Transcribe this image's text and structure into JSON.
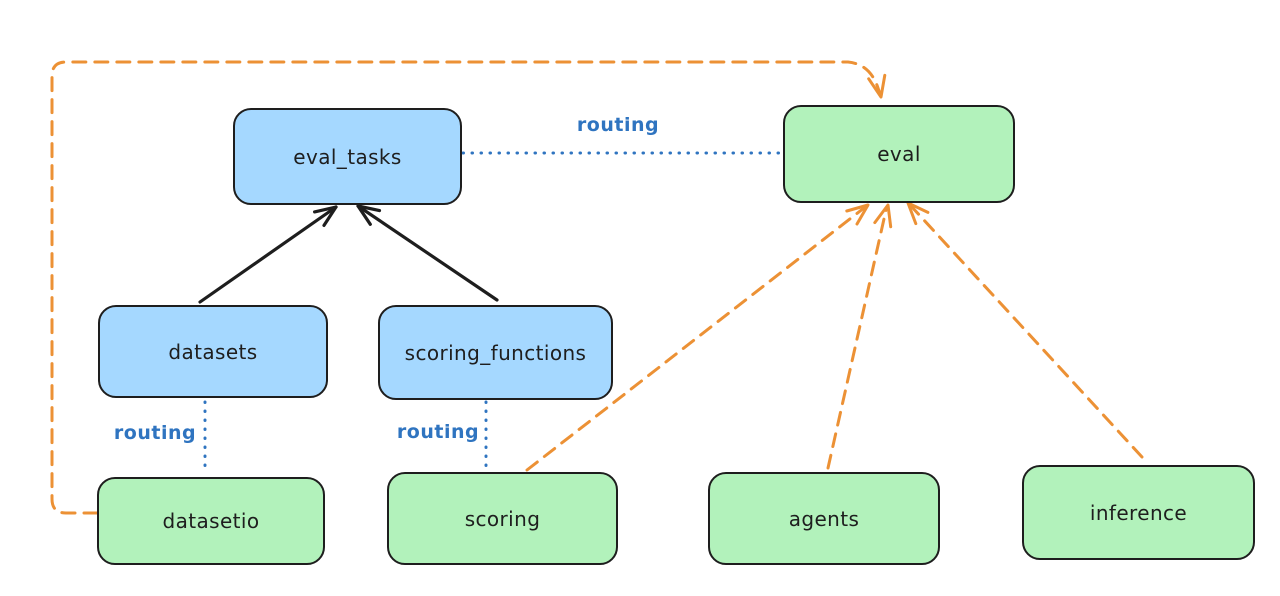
{
  "diagram": {
    "nodes": {
      "eval_tasks": {
        "label": "eval_tasks",
        "color": "blue"
      },
      "eval": {
        "label": "eval",
        "color": "green"
      },
      "datasets": {
        "label": "datasets",
        "color": "blue"
      },
      "scoring_functions": {
        "label": "scoring_functions",
        "color": "blue"
      },
      "datasetio": {
        "label": "datasetio",
        "color": "green"
      },
      "scoring": {
        "label": "scoring",
        "color": "green"
      },
      "agents": {
        "label": "agents",
        "color": "green"
      },
      "inference": {
        "label": "inference",
        "color": "green"
      }
    },
    "edges": [
      {
        "from": "datasets",
        "to": "eval_tasks",
        "style": "solid-arrow",
        "label": ""
      },
      {
        "from": "scoring_functions",
        "to": "eval_tasks",
        "style": "solid-arrow",
        "label": ""
      },
      {
        "from": "eval_tasks",
        "to": "eval",
        "style": "dotted",
        "label": "routing"
      },
      {
        "from": "datasets",
        "to": "datasetio",
        "style": "dotted",
        "label": "routing"
      },
      {
        "from": "scoring_functions",
        "to": "scoring",
        "style": "dotted",
        "label": "routing"
      },
      {
        "from": "datasetio",
        "to": "eval",
        "style": "dashed-arrow",
        "label": ""
      },
      {
        "from": "scoring",
        "to": "eval",
        "style": "dashed-arrow",
        "label": ""
      },
      {
        "from": "agents",
        "to": "eval",
        "style": "dashed-arrow",
        "label": ""
      },
      {
        "from": "inference",
        "to": "eval",
        "style": "dashed-arrow",
        "label": ""
      }
    ],
    "labels": {
      "routing": "routing"
    }
  },
  "colors": {
    "background": "#ffffff",
    "node_blue_fill": "#a5d8ff",
    "node_green_fill": "#b2f2bb",
    "node_border": "#1e1e1e",
    "solid_arrow": "#1e1e1e",
    "routing_blue": "#2f74c0",
    "dashed_orange": "#ec9135"
  }
}
